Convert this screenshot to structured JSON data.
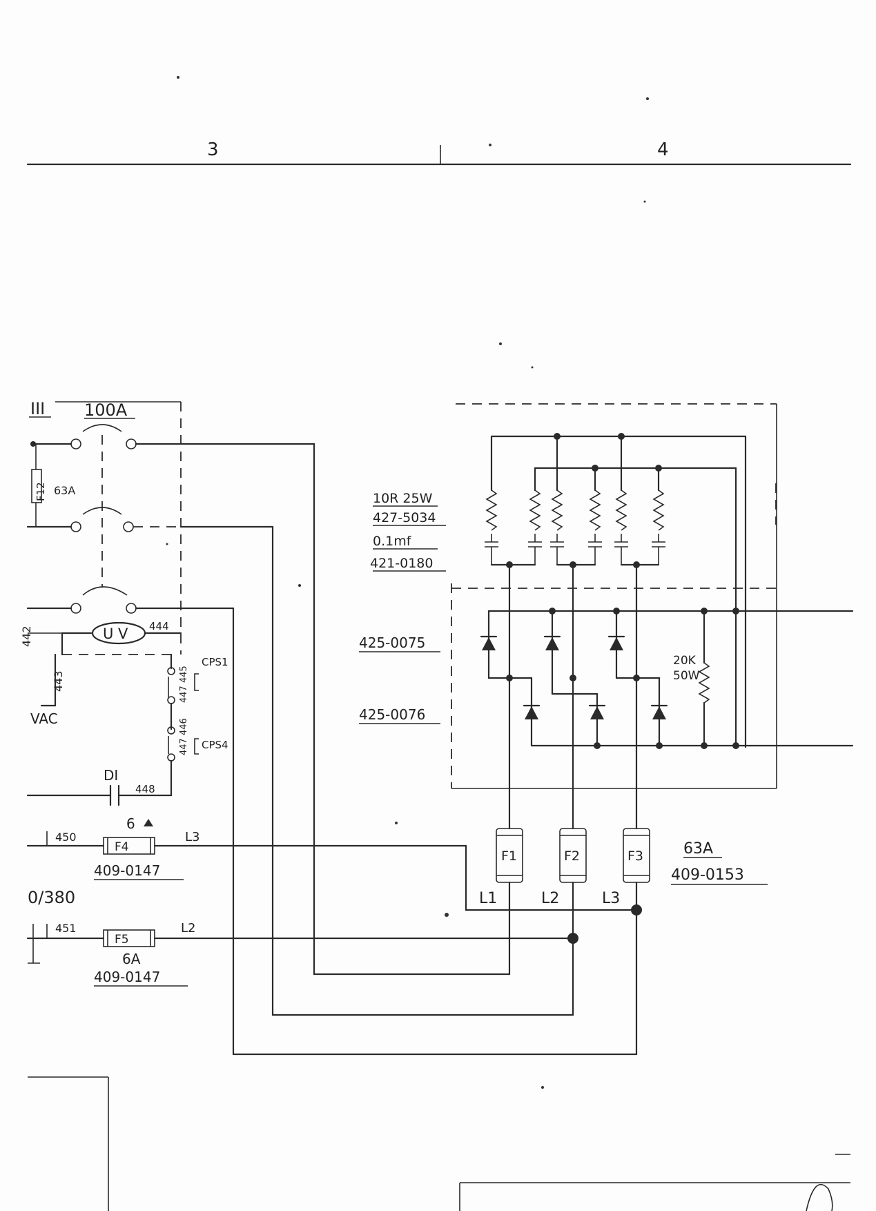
{
  "header": {
    "zone_left": "3",
    "zone_right": "4"
  },
  "breaker": {
    "rating": "100A",
    "col_label": "III"
  },
  "left_fuse": {
    "label": "F12",
    "rating": "63A"
  },
  "undervoltage": {
    "label": "U V",
    "wire": "444",
    "wire_442": "442",
    "wire_443": "443"
  },
  "pressure_switches": {
    "cps1": "CPS1",
    "cps4": "CPS4",
    "wire_445": "447 445",
    "wire_446": "447 446"
  },
  "interlock": {
    "label": "DI",
    "wire": "448"
  },
  "vac_label": "VAC",
  "voltage_label": "0/380",
  "fuse_f4": {
    "wire": "450",
    "rating": "6",
    "label": "F4",
    "line": "L3",
    "part": "409-0147"
  },
  "fuse_f5": {
    "wire": "451",
    "rating": "6A",
    "label": "F5",
    "line": "L2",
    "part": "409-0147"
  },
  "snubber": {
    "resistor": "10R 25W",
    "resistor_part": "427-5034",
    "capacitor": "0.1mf",
    "capacitor_part": "421-0180"
  },
  "diodes": {
    "upper_part": "425-0075",
    "lower_part": "425-0076"
  },
  "bleed_resistor": {
    "value": "20K",
    "power": "50W"
  },
  "main_fuses": {
    "labels": [
      "F1",
      "F2",
      "F3"
    ],
    "lines": [
      "L1",
      "L2",
      "L3"
    ],
    "rating": "63A",
    "part": "409-0153"
  },
  "colors": {
    "ink": "#2a2a2a",
    "paper": "#fdfdfd"
  }
}
